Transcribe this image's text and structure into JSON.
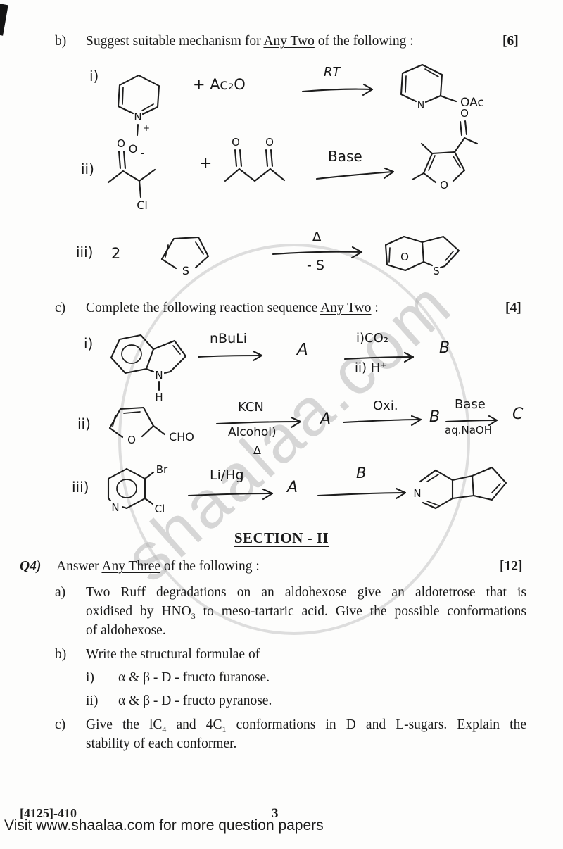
{
  "watermark": {
    "text": "shaalaa.com"
  },
  "header_b": {
    "label": "b)",
    "pre": "Suggest suitable mechanism for ",
    "u": "Any Two",
    "post": " of the following :",
    "marks": "[6]"
  },
  "rxn_b1": {
    "label": "i)",
    "n": "N",
    "charge": "+",
    "o_minus": "O",
    "minus": "-",
    "reagent": "+ Ac₂O",
    "arrow_top": "RT",
    "prod_n": "N",
    "prod_sub": "OAc"
  },
  "rxn_b2": {
    "label": "ii)",
    "o": "O",
    "cl": "Cl",
    "plus": "+",
    "o2": "O",
    "o3": "O",
    "arrow_top": "Base",
    "prod_ring_o": "O",
    "prod_acyl_o": "O"
  },
  "rxn_b3": {
    "label": "iii)",
    "coeff": "2",
    "s": "S",
    "arrow_top": "Δ",
    "arrow_bottom": "- S",
    "prod_o": "O",
    "prod_s": "S"
  },
  "header_c": {
    "label": "c)",
    "pre": "Complete the following reaction sequence ",
    "u": "Any Two",
    "post": " :",
    "marks": "[4]"
  },
  "rxn_c1": {
    "label": "i)",
    "n": "N",
    "h": "H",
    "arrow1_top": "nBuLi",
    "a": "A",
    "arrow2_top": "i)CO₂",
    "arrow2_bottom": "ii) H⁺",
    "b": "B"
  },
  "rxn_c2": {
    "label": "ii)",
    "ring_o": "O",
    "cho": "CHO",
    "arrow1_top": "KCN",
    "arrow1_bottom": "Alcohol)",
    "arrow1_delta": "Δ",
    "a": "A",
    "arrow2_top": "Oxi.",
    "b": "B",
    "arrow3_top": "Base",
    "arrow3_bottom": "aq.NaOH",
    "c": "C"
  },
  "rxn_c3": {
    "label": "iii)",
    "br": "Br",
    "cl": "Cl",
    "n": "N",
    "arrow1_top": "Li/Hg",
    "a": "A",
    "arrow2_top": "B",
    "prod_n": "N"
  },
  "section2": {
    "title": "SECTION - II"
  },
  "q4": {
    "label": "Q4)",
    "pre": "Answer ",
    "u": "Any Three",
    "post": " of the following :",
    "marks": "[12]",
    "a_label": "a)",
    "a_line1": "Two Ruff degradations on an aldohexose give an aldotetrose that is",
    "a_l2a": "oxidised by HNO",
    "a_l2_sub": "3",
    "a_l2b": " to meso-tartaric acid. Give the possible conformations",
    "a_line3": "of aldohexose.",
    "b_label": "b)",
    "b_text": "Write the structural formulae of",
    "bi_label": "i)",
    "bi_text": "α & β - D - fructo furanose.",
    "bii_label": "ii)",
    "bii_text": "α & β - D - fructo pyranose.",
    "c_label": "c)",
    "c_l1a": "Give the lC",
    "c_l1_sub1": "4",
    "c_l1b": " and 4C",
    "c_l1_sub2": "1",
    "c_l1c": " conformations in D and L-sugars. Explain the",
    "c_line2": "stability of each conformer."
  },
  "footer": {
    "code": "[4125]-410",
    "page": "3",
    "visit": "Visit www.shaalaa.com for more question papers"
  }
}
